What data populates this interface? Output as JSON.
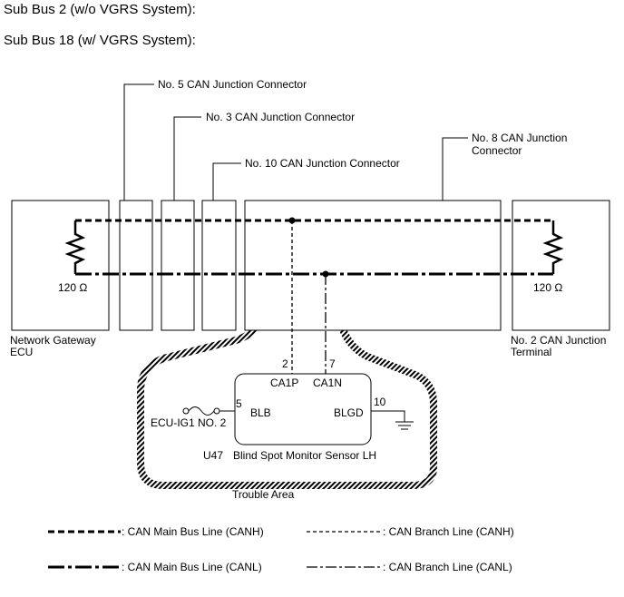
{
  "headers": {
    "line1": "Sub Bus 2 (w/o VGRS System):",
    "line2": "Sub Bus 18 (w/ VGRS System):"
  },
  "components": {
    "jc5": "No. 5 CAN Junction Connector",
    "jc3": "No. 3 CAN Junction Connector",
    "jc10": "No. 10 CAN Junction Connector",
    "jc8_line1": "No. 8 CAN Junction",
    "jc8_line2": "Connector",
    "gateway_line1": "Network Gateway",
    "gateway_line2": "ECU",
    "terminal_line1": "No. 2 CAN Junction",
    "terminal_line2": "Terminal",
    "resistor_left": "120 Ω",
    "resistor_right": "120 Ω"
  },
  "sensor": {
    "code": "U47",
    "name": "Blind Spot Monitor Sensor LH",
    "pins": {
      "ca1p_num": "2",
      "ca1p_name": "CA1P",
      "ca1n_num": "7",
      "ca1n_name": "CA1N",
      "blb_num": "5",
      "blb_name": "BLB",
      "blgd_num": "10",
      "blgd_name": "BLGD"
    },
    "power_source": "ECU-IG1 NO. 2"
  },
  "trouble_area": "Trouble Area",
  "legend": {
    "canh_main": ": CAN Main Bus Line (CANH)",
    "canh_branch": ": CAN Branch Line (CANH)",
    "canl_main": ": CAN Main Bus Line (CANL)",
    "canl_branch": ": CAN Branch Line (CANL)"
  }
}
